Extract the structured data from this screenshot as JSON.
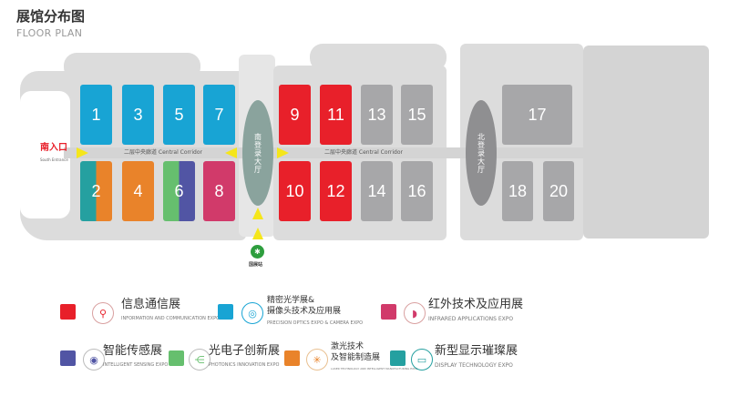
{
  "header": {
    "title": "展馆分布图",
    "subtitle": "FLOOR PLAN"
  },
  "colors": {
    "info_comm": "#e8202a",
    "optics": "#18a4d4",
    "infrared": "#d13a6a",
    "sensing": "#5155a4",
    "photonics": "#66bf6e",
    "laser": "#e9832a",
    "display": "#25a0a0",
    "inactive": "#a7a7a9",
    "lobby": "#8aa39d"
  },
  "halls": [
    {
      "number": "1",
      "color": "#18a4d4"
    },
    {
      "number": "3",
      "color": "#18a4d4"
    },
    {
      "number": "5",
      "color": "#18a4d4"
    },
    {
      "number": "7",
      "color": "#18a4d4"
    },
    {
      "number": "2",
      "color": "#25a0a0",
      "color2": "#e9832a"
    },
    {
      "number": "4",
      "color": "#e9832a"
    },
    {
      "number": "6",
      "color": "#66bf6e",
      "color2": "#5155a4"
    },
    {
      "number": "8",
      "color": "#d13a6a"
    },
    {
      "number": "9",
      "color": "#e8202a"
    },
    {
      "number": "11",
      "color": "#e8202a"
    },
    {
      "number": "13",
      "color": "#a7a7a9"
    },
    {
      "number": "15",
      "color": "#a7a7a9"
    },
    {
      "number": "10",
      "color": "#e8202a"
    },
    {
      "number": "12",
      "color": "#e8202a"
    },
    {
      "number": "14",
      "color": "#a7a7a9"
    },
    {
      "number": "16",
      "color": "#a7a7a9"
    },
    {
      "number": "17",
      "color": "#a7a7a9"
    },
    {
      "number": "18",
      "color": "#a7a7a9"
    },
    {
      "number": "20",
      "color": "#a7a7a9"
    }
  ],
  "lobbies": {
    "south": "南登录大厅",
    "north": "北登录大厅"
  },
  "corridor": {
    "label_left": "二层中央廊道 Central Corridor",
    "label_right": "二层中央廊道 Central Corridor"
  },
  "entrance": {
    "cn": "南入口",
    "en": "South Entrance"
  },
  "metro": {
    "icon": "metro-icon",
    "label": "国展站"
  },
  "legend": [
    {
      "cn": "信息通信展",
      "en": "INFORMATION AND COMMUNICATION EXPO",
      "color": "#e8202a",
      "icon": "antenna-icon"
    },
    {
      "cn": "精密光学展&\n摄像头技术及应用展",
      "en": "PRECISION OPTICS EXPO & CAMERA EXPO",
      "color": "#18a4d4",
      "icon": "lens-icon"
    },
    {
      "cn": "红外技术及应用展",
      "en": "INFRARED APPLICATIONS EXPO",
      "color": "#d13a6a",
      "icon": "infrared-icon"
    },
    {
      "cn": "智能传感展",
      "en": "INTELLIGENT SENSING EXPO",
      "color": "#5155a4",
      "icon": "eye-icon"
    },
    {
      "cn": "光电子创新展",
      "en": "PHOTONICS INNOVATION EXPO",
      "color": "#66bf6e",
      "icon": "network-icon"
    },
    {
      "cn": "激光技术\n及智能制造展",
      "en": "LASER TECHNOLOGY AND INTELLIGENT MANUFACTURING EXPO",
      "color": "#e9832a",
      "icon": "laser-icon"
    },
    {
      "cn": "新型显示璀璨展",
      "en": "DISPLAY TECHNOLOGY EXPO",
      "color": "#25a0a0",
      "icon": "display-icon"
    }
  ]
}
